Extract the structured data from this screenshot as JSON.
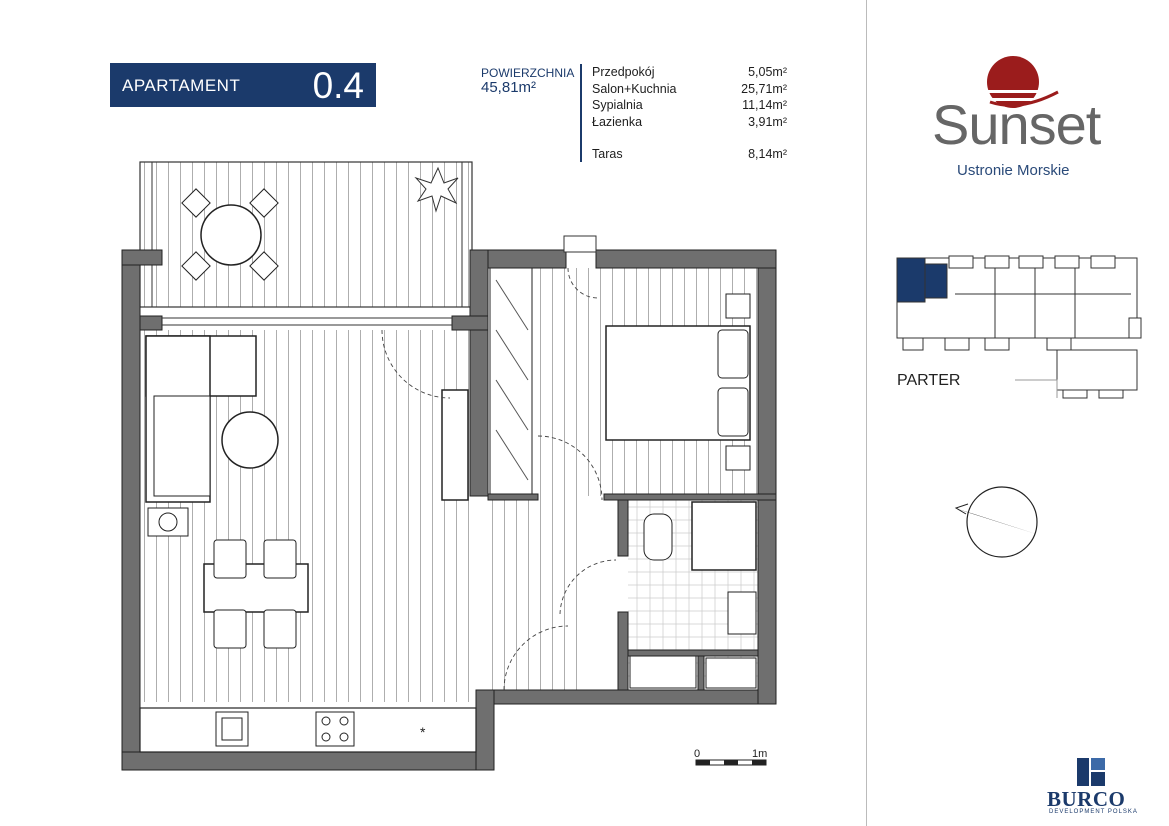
{
  "header": {
    "apartment_label": "APARTAMENT",
    "apartment_number": "0.4",
    "area_caption": "POWIERZCHNIA",
    "area_value": "45,81m²"
  },
  "rooms": [
    {
      "name": "Przedpokój",
      "area": "5,05m²"
    },
    {
      "name": "Salon+Kuchnia",
      "area": "25,71m²"
    },
    {
      "name": "Sypialnia",
      "area": "11,14m²"
    },
    {
      "name": "Łazienka",
      "area": "3,91m²"
    },
    {
      "name": "Taras",
      "area": "8,14m²"
    }
  ],
  "brand": {
    "name": "Sunset",
    "location": "Ustronie Morskie",
    "developer": "BURCO",
    "developer_sub": "DEVELOPMENT POLSKA",
    "sun_color": "#9b1c1c",
    "accent_color": "#1b3a6b"
  },
  "key_plan": {
    "floor_label": "PARTER",
    "highlight_color": "#1b3a6b"
  },
  "scale": {
    "start": "0",
    "end": "1m"
  },
  "icons": {
    "compass": "compass-icon",
    "sun_logo": "sun-logo-icon",
    "developer_logo": "burco-logo-icon"
  }
}
